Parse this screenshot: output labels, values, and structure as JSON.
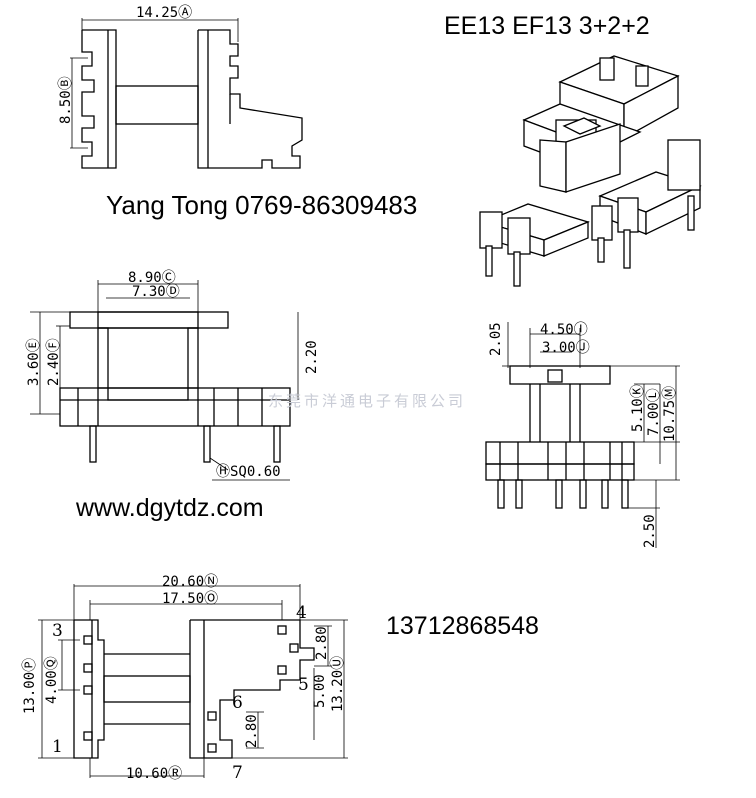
{
  "header": {
    "model": "EE13  EF13 3+2+2",
    "contact": "Yang Tong 0769-86309483",
    "website": "www.dgytdz.com",
    "phone": "13712868548",
    "watermark": "东莞市洋通电子有限公司"
  },
  "top_view": {
    "width": "14.25Ⓐ",
    "height": "8.50Ⓑ"
  },
  "side_view": {
    "outer": "8.90Ⓒ",
    "inner": "7.30Ⓓ",
    "h_total": "3.60Ⓔ",
    "h_flange": "2.40Ⓕ",
    "h_right": "2.20",
    "pin_sq": "ⒽSQ0.60"
  },
  "end_view": {
    "top_w": "4.50Ⓘ",
    "slot_w": "3.00Ⓙ",
    "top_h": "2.05",
    "h1": "5.10Ⓚ",
    "h2": "7.00Ⓛ",
    "h3": "10.75Ⓜ",
    "pin_len": "2.50"
  },
  "bottom_view": {
    "span1": "20.60Ⓝ",
    "span2": "17.50Ⓞ",
    "left_h": "13.00Ⓟ",
    "left_pitch": "4.00Ⓠ",
    "right_h": "13.20Ⓤ",
    "pitch_a": "2.80",
    "pitch_b": "5.00",
    "pitch_c": "2.80",
    "bottom_w": "10.60Ⓡ",
    "pins": [
      "1",
      "3",
      "4",
      "5",
      "6",
      "7"
    ]
  }
}
